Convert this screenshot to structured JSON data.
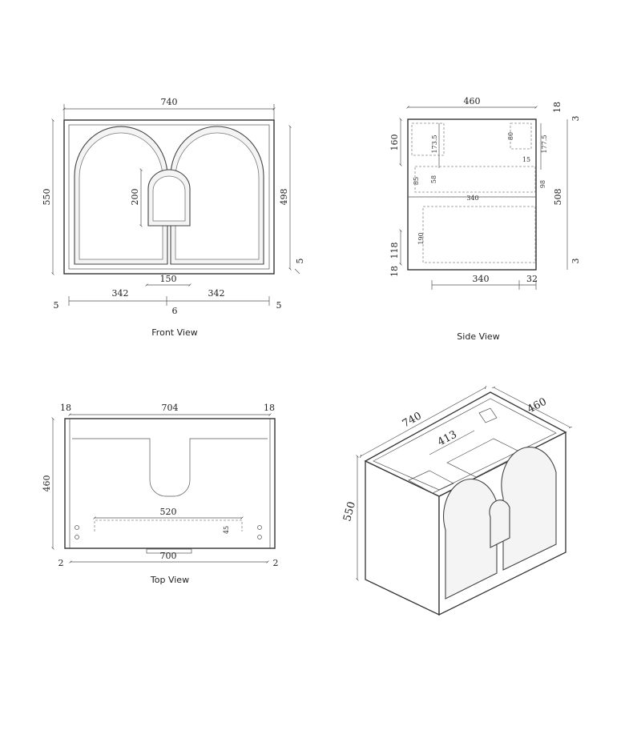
{
  "views": {
    "front": {
      "caption": "Front View",
      "dims": {
        "width": "740",
        "height": "550",
        "inner_height": "498",
        "handle": "200",
        "gap_center": "150",
        "left_door": "342",
        "right_door": "342",
        "left_gap": "5",
        "center_gap": "6",
        "right_gap": "5",
        "top_gap": "5"
      }
    },
    "side": {
      "caption": "Side View",
      "dims": {
        "depth": "460",
        "top_thk": "18",
        "top_gap": "3",
        "drawer_h": "160",
        "drawer_inner": "173.5",
        "drawer_inner_r": "177.5",
        "small_a": "80",
        "small_b": "58",
        "small_c": "85",
        "small_d": "98",
        "small_e": "15",
        "shelf_w": "340",
        "body_h": "508",
        "lower": "190",
        "base_h": "118",
        "bottom_thk": "18",
        "bottom_gap": "3",
        "bottom_depth": "340",
        "back_gap": "32"
      }
    },
    "top": {
      "caption": "Top View",
      "dims": {
        "inner_width": "704",
        "left_panel": "18",
        "right_panel": "18",
        "depth": "460",
        "cutout": "520",
        "cutout_depth": "45",
        "back_width": "700",
        "left_gap": "2",
        "right_gap": "2"
      }
    },
    "iso": {
      "dims": {
        "width": "740",
        "depth": "460",
        "height": "550",
        "inner": "413"
      }
    }
  }
}
